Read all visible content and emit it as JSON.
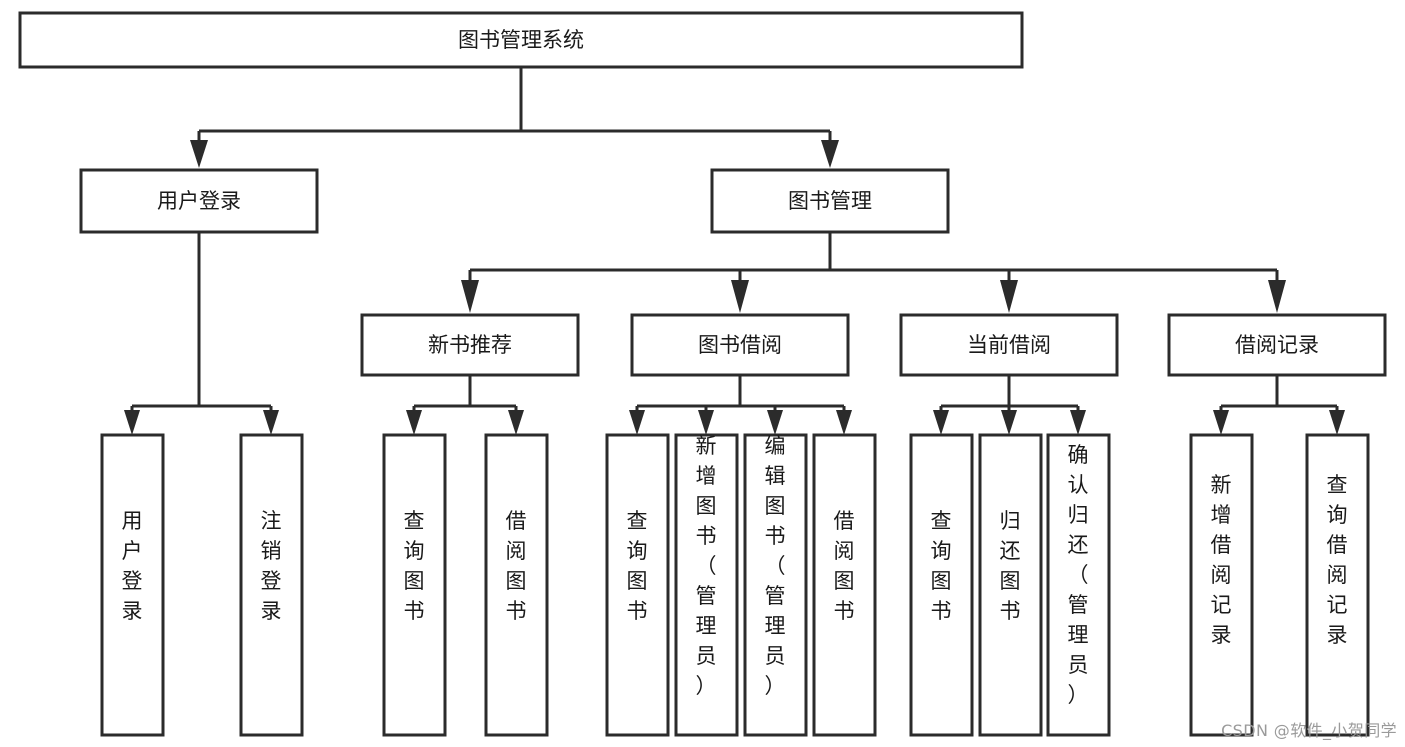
{
  "diagram": {
    "type": "tree-hierarchy",
    "title": "图书管理系统",
    "orientation": "top-down",
    "colors": {
      "stroke": "#2b2b2b",
      "box_fill": "#ffffff",
      "text": "#1a1a1a",
      "background": "#ffffff",
      "watermark": "#9a9a9a"
    },
    "root": {
      "label": "图书管理系统"
    },
    "level2": [
      {
        "label": "用户登录"
      },
      {
        "label": "图书管理"
      }
    ],
    "level3": [
      {
        "label": "新书推荐"
      },
      {
        "label": "图书借阅"
      },
      {
        "label": "当前借阅"
      },
      {
        "label": "借阅记录"
      }
    ],
    "leaves": {
      "user_login": [
        {
          "label": "用户登录"
        },
        {
          "label": "注销登录"
        }
      ],
      "new_book_recommend": [
        {
          "label": "查询图书"
        },
        {
          "label": "借阅图书"
        }
      ],
      "book_borrow": [
        {
          "label": "查询图书"
        },
        {
          "label": "新增图书（管理员）"
        },
        {
          "label": "编辑图书（管理员）"
        },
        {
          "label": "借阅图书"
        }
      ],
      "current_borrow": [
        {
          "label": "查询图书"
        },
        {
          "label": "归还图书"
        },
        {
          "label": "确认归还（管理员）"
        }
      ],
      "borrow_record": [
        {
          "label": "新增借阅记录"
        },
        {
          "label": "查询借阅记录"
        }
      ]
    }
  },
  "watermark": {
    "text": "CSDN @软件_小贺同学"
  }
}
